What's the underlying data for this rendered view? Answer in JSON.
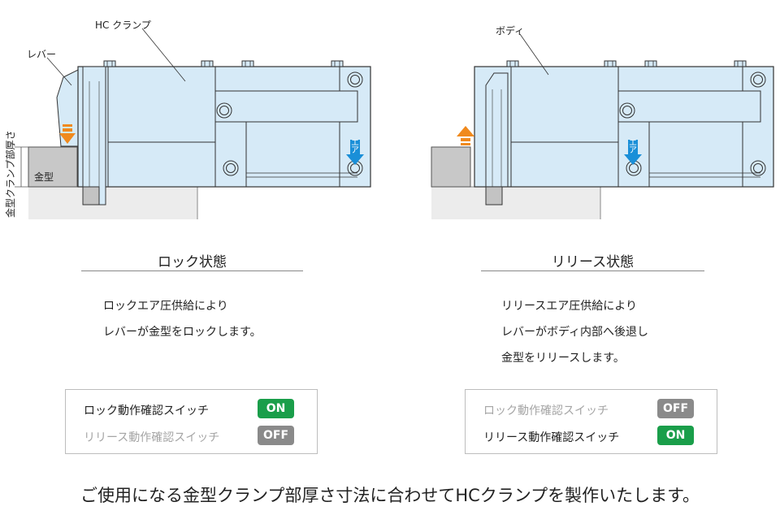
{
  "callouts": {
    "hc_clamp": "HC クランプ",
    "lever": "レバー",
    "body": "ボディ",
    "mold_thickness": "金型クランプ部厚さ",
    "mold": "金型",
    "air": "エア"
  },
  "lock_state": {
    "title": "ロック状態",
    "desc": [
      "ロックエア圧供給により",
      "レバーが金型をロックします。"
    ],
    "switches": [
      {
        "label": "ロック動作確認スイッチ",
        "state": "ON",
        "active": true
      },
      {
        "label": "リリース動作確認スイッチ",
        "state": "OFF",
        "active": false
      }
    ]
  },
  "release_state": {
    "title": "リリース状態",
    "desc": [
      "リリースエア圧供給により",
      "レバーがボディ内部へ後退し",
      "金型をリリースします。"
    ],
    "switches": [
      {
        "label": "ロック動作確認スイッチ",
        "state": "OFF",
        "active": false
      },
      {
        "label": "リリース動作確認スイッチ",
        "state": "ON",
        "active": true
      }
    ]
  },
  "footer": "ご使用になる金型クランプ部厚さ寸法に合わせてHCクランプを製作いたします。",
  "colors": {
    "body_fill": "#d6eaf7",
    "outline": "#333333",
    "mold_fill": "#c8c8c8",
    "base_fill": "#ececec",
    "arrow_orange": "#f08a1e",
    "arrow_blue": "#1a8fd8",
    "on_green": "#1a9e4a",
    "off_gray": "#8a8a8a"
  }
}
